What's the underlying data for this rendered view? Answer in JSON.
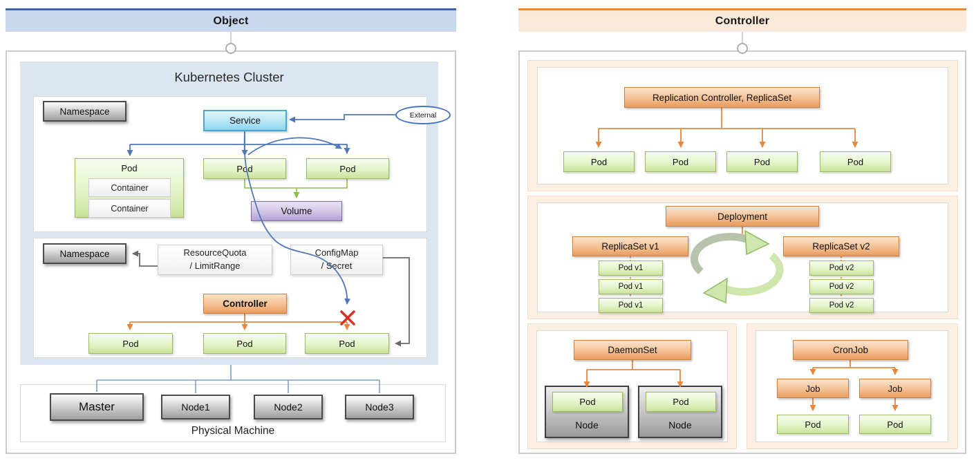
{
  "left": {
    "header": "Object",
    "cluster_title": "Kubernetes Cluster",
    "namespace_top": "Namespace",
    "service": "Service",
    "external": "External",
    "pod_main": "Pod",
    "container_1": "Container",
    "container_2": "Container",
    "pod_2": "Pod",
    "pod_3": "Pod",
    "volume": "Volume",
    "namespace_bottom": "Namespace",
    "resourcequota_line1": "ResourceQuota",
    "resourcequota_line2": "/ LimitRange",
    "configmap_line1": "ConfigMap",
    "configmap_line2": "/ Secret",
    "controller": "Controller",
    "ctrl_pods": [
      "Pod",
      "Pod",
      "Pod"
    ],
    "master": "Master",
    "nodes": [
      "Node1",
      "Node2",
      "Node3"
    ],
    "physical_machine": "Physical Machine"
  },
  "right": {
    "header": "Controller",
    "rc_rs": "Replication Controller, ReplicaSet",
    "rc_pods": [
      "Pod",
      "Pod",
      "Pod",
      "Pod"
    ],
    "deployment": "Deployment",
    "replicaset_v1": "ReplicaSet v1",
    "replicaset_v2": "ReplicaSet v2",
    "pods_v1": [
      "Pod v1",
      "Pod v1",
      "Pod v1"
    ],
    "pods_v2": [
      "Pod v2",
      "Pod v2",
      "Pod v2"
    ],
    "daemonset": "DaemonSet",
    "ds_pods": [
      "Pod",
      "Pod"
    ],
    "ds_nodes": [
      "Node",
      "Node"
    ],
    "cronjob": "CronJob",
    "jobs": [
      "Job",
      "Job"
    ],
    "cj_pods": [
      "Pod",
      "Pod"
    ]
  },
  "colors": {
    "header_blue_fill": "#c7d8ee",
    "header_blue_line": "#3e68a8",
    "header_orange_fill": "#fbe9d9",
    "header_orange_line": "#e28b44",
    "cluster_fill": "#dce6f1",
    "section_peach_fill": "#fcefe2",
    "pod_green_fill": "#d9edb2",
    "pod_green_border": "#9cba62",
    "service_cyan_border": "#4aa7cd",
    "volume_purple_border": "#7e6aa7",
    "orange_box_border": "#cf813f",
    "connector_blue": "#5078b8",
    "connector_orange": "#e8873c",
    "connector_green": "#8fbc49",
    "connector_gray": "#6a6a6a",
    "cross_red": "#d43425"
  }
}
